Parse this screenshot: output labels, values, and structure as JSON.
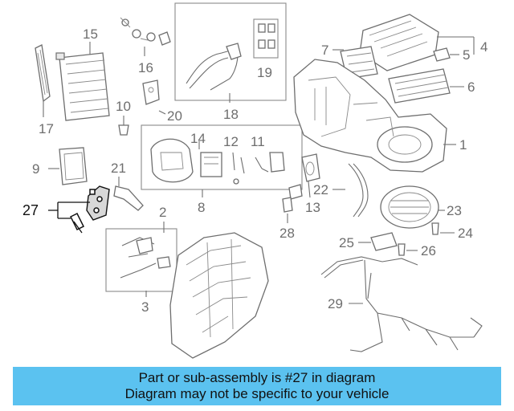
{
  "callouts": {
    "c1": "1",
    "c2": "2",
    "c3": "3",
    "c4": "4",
    "c5": "5",
    "c6": "6",
    "c7": "7",
    "c8": "8",
    "c9": "9",
    "c10": "10",
    "c11": "11",
    "c12": "12",
    "c13": "13",
    "c14": "14",
    "c15": "15",
    "c16": "16",
    "c17": "17",
    "c18": "18",
    "c19": "19",
    "c20": "20",
    "c21": "21",
    "c22": "22",
    "c23": "23",
    "c24": "24",
    "c25": "25",
    "c26": "26",
    "c27": "27",
    "c28": "28",
    "c29": "29"
  },
  "highlighted_part": "27",
  "banner": {
    "line1": "Part or sub-assembly is #27 in diagram",
    "line2": "Diagram may not be specific to your vehicle",
    "color": "#5bc2f0"
  }
}
